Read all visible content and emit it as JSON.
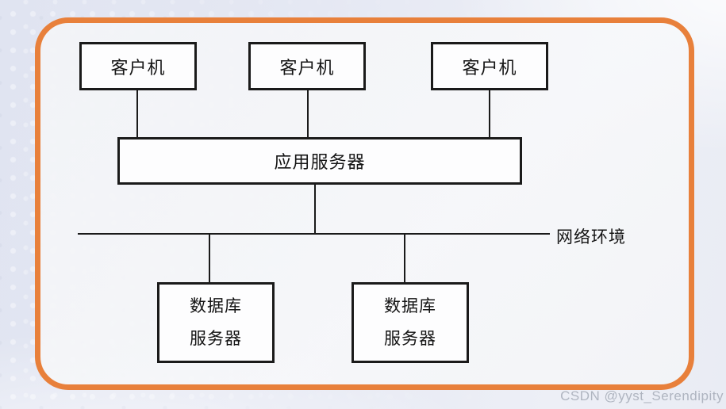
{
  "diagram": {
    "client_boxes": [
      {
        "label": "客户机"
      },
      {
        "label": "客户机"
      },
      {
        "label": "客户机"
      }
    ],
    "app_server_box": {
      "label": "应用服务器"
    },
    "network": {
      "label": "网络环境"
    },
    "db_server_boxes": [
      {
        "label_line1": "数据库",
        "label_line2": "服务器"
      },
      {
        "label_line1": "数据库",
        "label_line2": "服务器"
      }
    ]
  },
  "watermark": {
    "text": "CSDN @yyst_Serendipity"
  },
  "colors": {
    "frame_border": "#e8803b",
    "line": "#1a1a1a",
    "text": "#141414",
    "watermark": "#a9afbb",
    "background_outer": "#e4e7f2",
    "background_inner": "#f4f5f7"
  }
}
